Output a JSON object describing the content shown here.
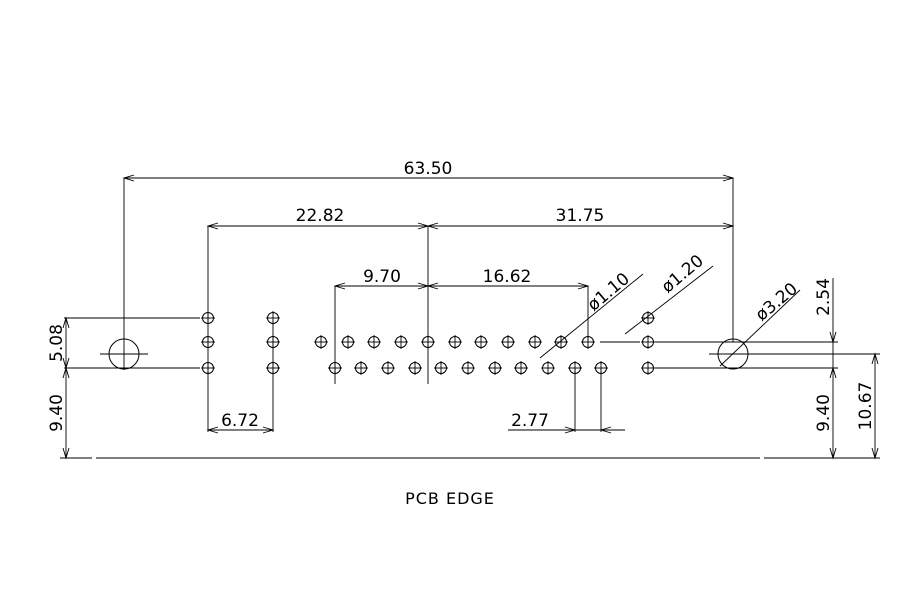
{
  "drawing": {
    "caption": "PCB EDGE",
    "dimensions": {
      "overall_width": "63.50",
      "left_pin_to_center": "22.82",
      "center_to_right_hole": "31.75",
      "left_inner": "9.70",
      "right_inner": "16.62",
      "left_pin_spacing": "6.72",
      "right_pin_spacing": "2.77",
      "left_vertical_upper": "5.08",
      "left_vertical_lower": "9.40",
      "right_vertical_upper": "2.54",
      "right_vertical_lower": "9.40",
      "right_vertical_total": "10.67",
      "diameter_small": "ø1.10",
      "diameter_medium": "ø1.20",
      "diameter_large": "ø3.20"
    }
  }
}
